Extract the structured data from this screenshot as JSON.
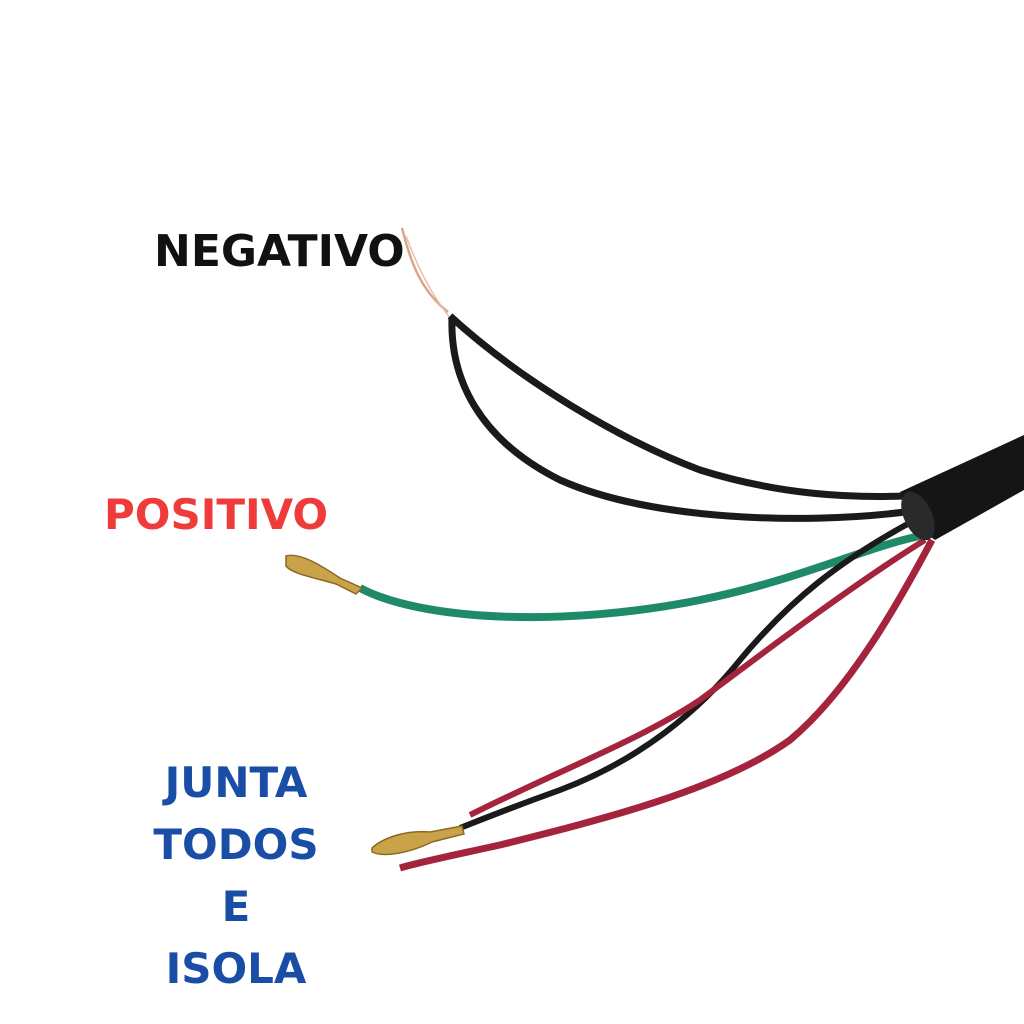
{
  "labels": {
    "negative": "NEGATIVO",
    "positive": "POSITIVO",
    "join_line1": "JUNTA",
    "join_line2": "TODOS E",
    "join_line3": "ISOLA"
  },
  "colors": {
    "negative_label": "#111111",
    "positive_label": "#f03b3b",
    "join_label": "#1a4ea6",
    "wire_black": "#1a1a1a",
    "wire_green": "#1f8a6a",
    "wire_red": "#a3243c",
    "copper": "#d9a68a",
    "terminal": "#c9a24a"
  }
}
